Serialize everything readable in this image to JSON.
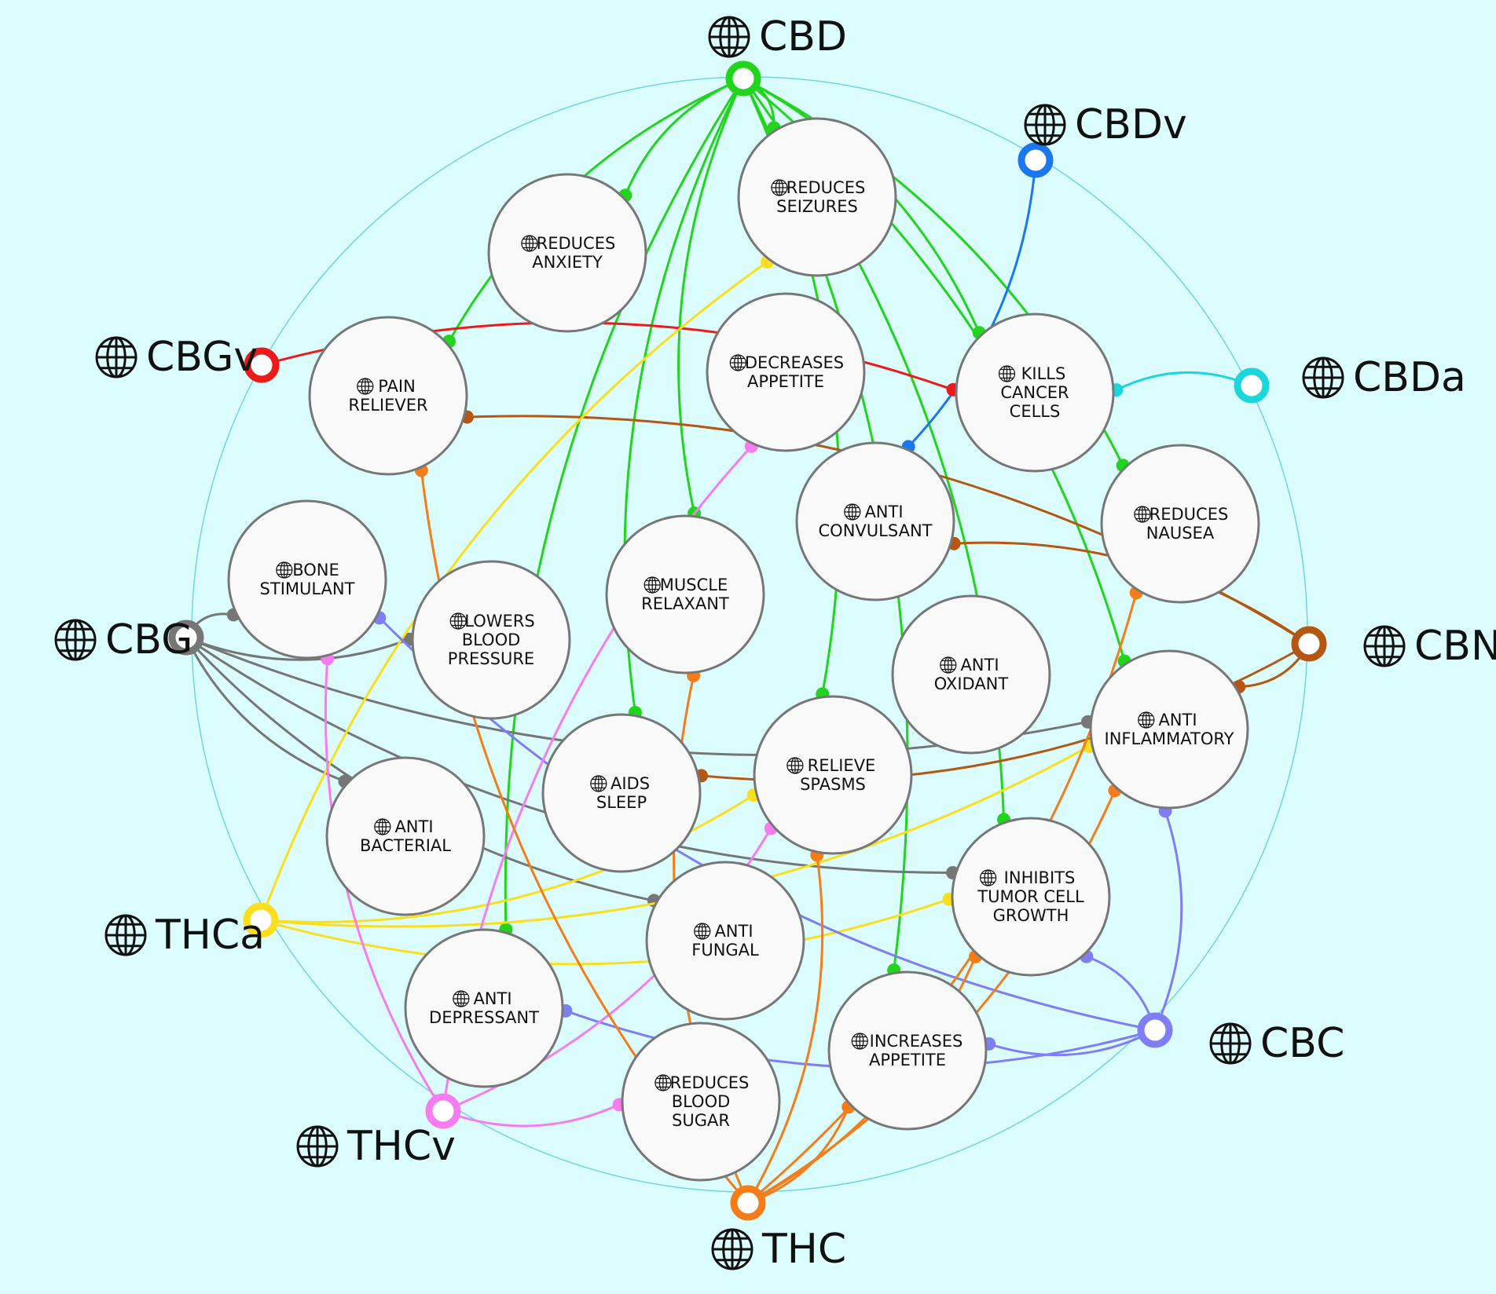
{
  "compounds": [
    {
      "id": "CBD",
      "label": "CBD",
      "color": "#21d41c"
    },
    {
      "id": "CBDv",
      "label": "CBDv",
      "color": "#1b77ee"
    },
    {
      "id": "CBGv",
      "label": "CBGv",
      "color": "#ee1a1a"
    },
    {
      "id": "CBDa",
      "label": "CBDa",
      "color": "#1cd6dc"
    },
    {
      "id": "CBG",
      "label": "CBG",
      "color": "#767676"
    },
    {
      "id": "CBN",
      "label": "CBN",
      "color": "#b55612"
    },
    {
      "id": "THCa",
      "label": "THCa",
      "color": "#fbde1c"
    },
    {
      "id": "CBC",
      "label": "CBC",
      "color": "#7f7ef4"
    },
    {
      "id": "THCv",
      "label": "THCv",
      "color": "#f77cf0"
    },
    {
      "id": "THC",
      "label": "THC",
      "color": "#f67c18"
    }
  ],
  "effects": [
    {
      "id": "reduces-seizures",
      "lines": [
        "REDUCES",
        "SEIZURES"
      ]
    },
    {
      "id": "reduces-anxiety",
      "lines": [
        "REDUCES",
        "ANXIETY"
      ]
    },
    {
      "id": "pain-reliever",
      "lines": [
        "PAIN",
        "RELIEVER"
      ]
    },
    {
      "id": "decreases-appetite",
      "lines": [
        "DECREASES",
        "APPETITE"
      ]
    },
    {
      "id": "kills-cancer-cells",
      "lines": [
        "KILLS",
        "CANCER",
        "CELLS"
      ]
    },
    {
      "id": "reduces-nausea",
      "lines": [
        "REDUCES",
        "NAUSEA"
      ]
    },
    {
      "id": "anti-convulsant",
      "lines": [
        "ANTI",
        "CONVULSANT"
      ]
    },
    {
      "id": "bone-stimulant",
      "lines": [
        "BONE",
        "STIMULANT"
      ]
    },
    {
      "id": "lowers-blood-pressure",
      "lines": [
        "LOWERS",
        "BLOOD",
        "PRESSURE"
      ]
    },
    {
      "id": "muscle-relaxant",
      "lines": [
        "MUSCLE",
        "RELAXANT"
      ]
    },
    {
      "id": "anti-oxidant",
      "lines": [
        "ANTI",
        "OXIDANT"
      ]
    },
    {
      "id": "anti-inflammatory",
      "lines": [
        "ANTI",
        "INFLAMMATORY"
      ]
    },
    {
      "id": "aids-sleep",
      "lines": [
        "AIDS",
        "SLEEP"
      ]
    },
    {
      "id": "relieve-spasms",
      "lines": [
        "RELIEVE",
        "SPASMS"
      ]
    },
    {
      "id": "anti-bacterial",
      "lines": [
        "ANTI",
        "BACTERIAL"
      ]
    },
    {
      "id": "inhibits-tumor-cell-growth",
      "lines": [
        "INHIBITS",
        "TUMOR CELL",
        "GROWTH"
      ]
    },
    {
      "id": "anti-fungal",
      "lines": [
        "ANTI",
        "FUNGAL"
      ]
    },
    {
      "id": "anti-depressant",
      "lines": [
        "ANTI",
        "DEPRESSANT"
      ]
    },
    {
      "id": "increases-appetite",
      "lines": [
        "INCREASES",
        "APPETITE"
      ]
    },
    {
      "id": "reduces-blood-sugar",
      "lines": [
        "REDUCES",
        "BLOOD",
        "SUGAR"
      ]
    }
  ],
  "links": [
    [
      "CBD",
      "reduces-anxiety"
    ],
    [
      "CBD",
      "pain-reliever"
    ],
    [
      "CBD",
      "reduces-seizures"
    ],
    [
      "CBD",
      "kills-cancer-cells"
    ],
    [
      "CBD",
      "reduces-nausea"
    ],
    [
      "CBD",
      "anti-inflammatory"
    ],
    [
      "CBD",
      "inhibits-tumor-cell-growth"
    ],
    [
      "CBD",
      "muscle-relaxant"
    ],
    [
      "CBD",
      "relieve-spasms"
    ],
    [
      "CBD",
      "aids-sleep"
    ],
    [
      "CBD",
      "anti-depressant"
    ],
    [
      "CBD",
      "increases-appetite"
    ],
    [
      "CBDv",
      "anti-convulsant"
    ],
    [
      "CBGv",
      "kills-cancer-cells"
    ],
    [
      "CBDa",
      "kills-cancer-cells"
    ],
    [
      "CBG",
      "bone-stimulant"
    ],
    [
      "CBG",
      "lowers-blood-pressure"
    ],
    [
      "CBG",
      "anti-bacterial"
    ],
    [
      "CBG",
      "anti-fungal"
    ],
    [
      "CBG",
      "anti-inflammatory"
    ],
    [
      "CBG",
      "inhibits-tumor-cell-growth"
    ],
    [
      "CBN",
      "pain-reliever"
    ],
    [
      "CBN",
      "anti-convulsant"
    ],
    [
      "CBN",
      "aids-sleep"
    ],
    [
      "CBN",
      "anti-inflammatory"
    ],
    [
      "THCa",
      "reduces-seizures"
    ],
    [
      "THCa",
      "relieve-spasms"
    ],
    [
      "THCa",
      "anti-inflammatory"
    ],
    [
      "THCa",
      "inhibits-tumor-cell-growth"
    ],
    [
      "CBC",
      "bone-stimulant"
    ],
    [
      "CBC",
      "inhibits-tumor-cell-growth"
    ],
    [
      "CBC",
      "anti-inflammatory"
    ],
    [
      "CBC",
      "anti-depressant"
    ],
    [
      "CBC",
      "increases-appetite"
    ],
    [
      "THCv",
      "decreases-appetite"
    ],
    [
      "THCv",
      "bone-stimulant"
    ],
    [
      "THCv",
      "relieve-spasms"
    ],
    [
      "THCv",
      "reduces-blood-sugar"
    ],
    [
      "THC",
      "pain-reliever"
    ],
    [
      "THC",
      "muscle-relaxant"
    ],
    [
      "THC",
      "relieve-spasms"
    ],
    [
      "THC",
      "increases-appetite"
    ],
    [
      "THC",
      "anti-inflammatory"
    ],
    [
      "THC",
      "reduces-nausea"
    ],
    [
      "THC",
      "inhibits-tumor-cell-growth"
    ]
  ]
}
